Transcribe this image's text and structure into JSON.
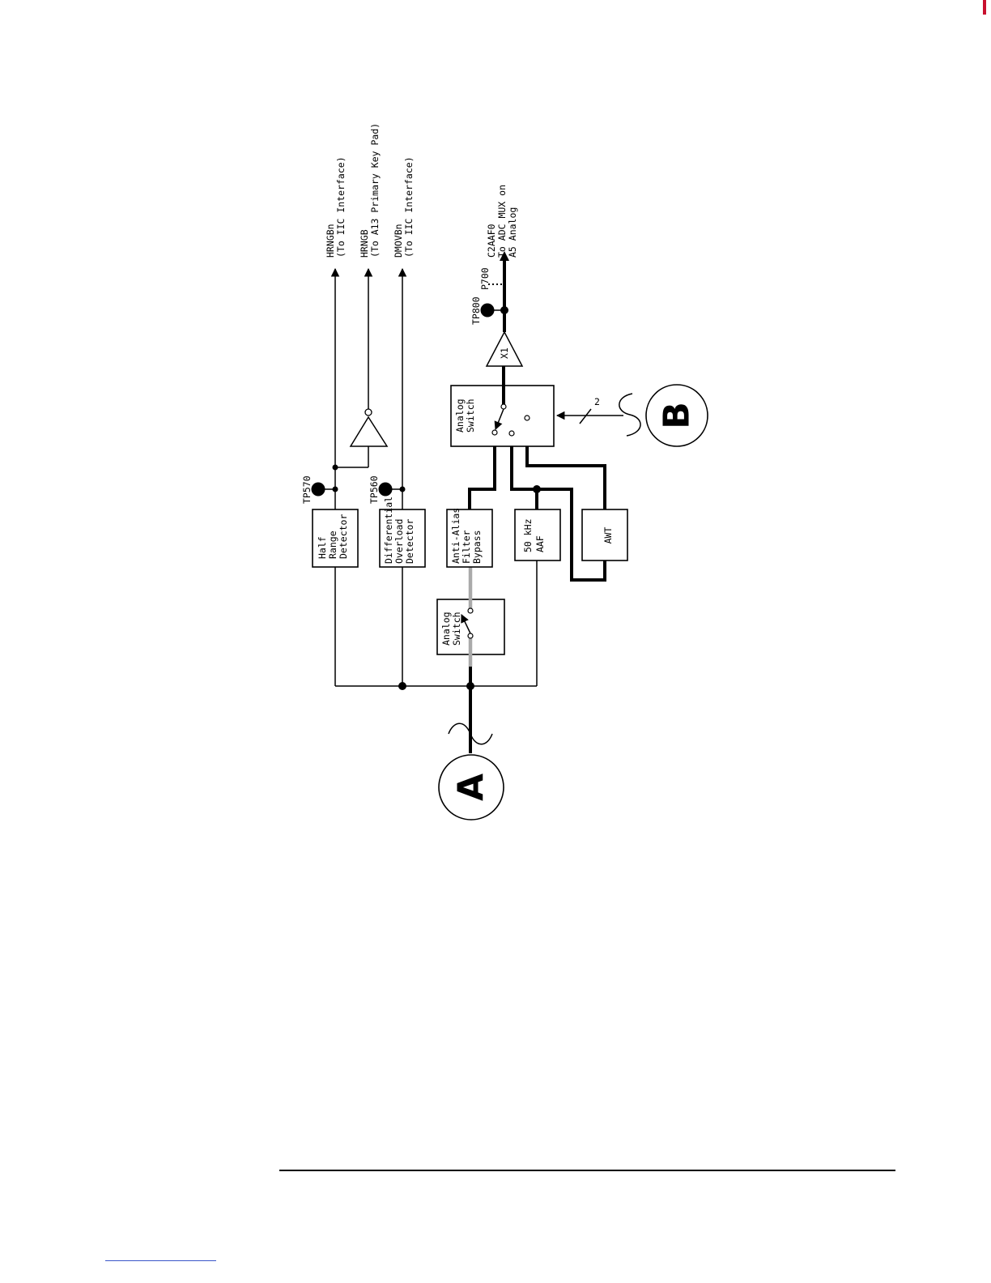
{
  "blocks": {
    "half_range": [
      "Half",
      "Range",
      "Detector"
    ],
    "diff_overload": [
      "Differential",
      "Overload",
      "Detector"
    ],
    "aaf_bypass": [
      "Anti-Alias",
      "Filter",
      "Bypass"
    ],
    "aaf_50k": [
      "50 kHz",
      "AAF"
    ],
    "awt": "AWT",
    "analog_switch_input": [
      "Analog",
      "Switch"
    ],
    "analog_switch_output": [
      "Analog",
      "Switch"
    ],
    "buffer": "X1"
  },
  "test_points": {
    "tp570": "TP570",
    "tp560": "TP560",
    "tp800": "TP800",
    "p700": "P700"
  },
  "outputs": {
    "hrngbn": [
      "HRNGBn",
      "(To IIC Interface)"
    ],
    "hrngb": [
      "HRNGB",
      "(To A13 Primary Key Pad)"
    ],
    "dmovbn": [
      "DMOVBn",
      "(To IIC Interface)"
    ],
    "c2aaf0": [
      "C2AAF0",
      "To ADC MUX on",
      "A5 Analog"
    ]
  },
  "bus_width": "2",
  "connectors": {
    "a": "A",
    "b": "B"
  }
}
